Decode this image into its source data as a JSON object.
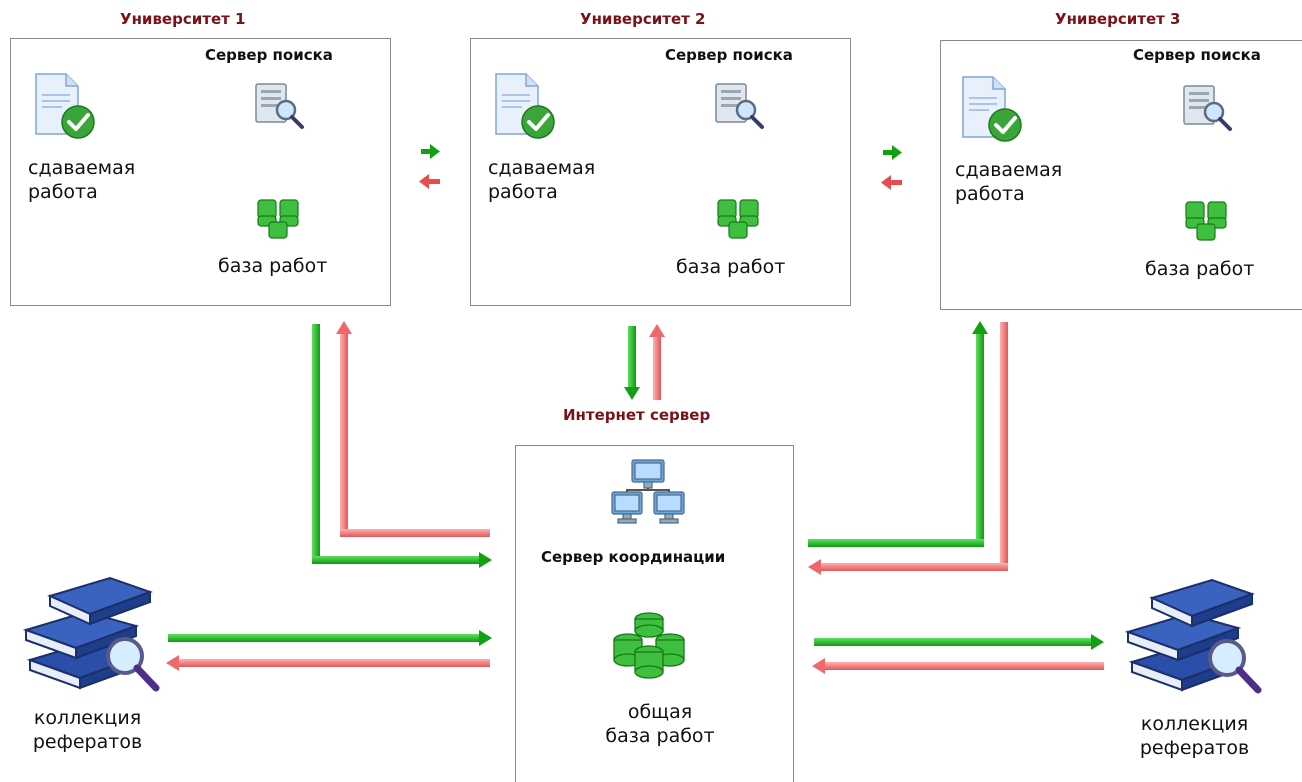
{
  "universities": [
    {
      "title": "Университет 1",
      "server": "Сервер поиска",
      "doc_line1": "сдаваемая",
      "doc_line2": "работа",
      "db": "база работ"
    },
    {
      "title": "Университет 2",
      "server": "Сервер поиска",
      "doc_line1": "сдаваемая",
      "doc_line2": "работа",
      "db": "база работ"
    },
    {
      "title": "Университет 3",
      "server": "Сервер поиска",
      "doc_line1": "сдаваемая",
      "doc_line2": "работа",
      "db": "база работ"
    }
  ],
  "internet": {
    "title": "Интернет сервер",
    "coord": "Сервер координации",
    "db_line1": "общая",
    "db_line2": "база работ"
  },
  "collections": [
    {
      "line1": "коллекция",
      "line2": "рефератов"
    },
    {
      "line1": "коллекция",
      "line2": "рефератов"
    }
  ],
  "colors": {
    "forward": "#19b019",
    "backward": "#ef7070",
    "title": "#7a1218",
    "border": "#8a8a8a"
  }
}
